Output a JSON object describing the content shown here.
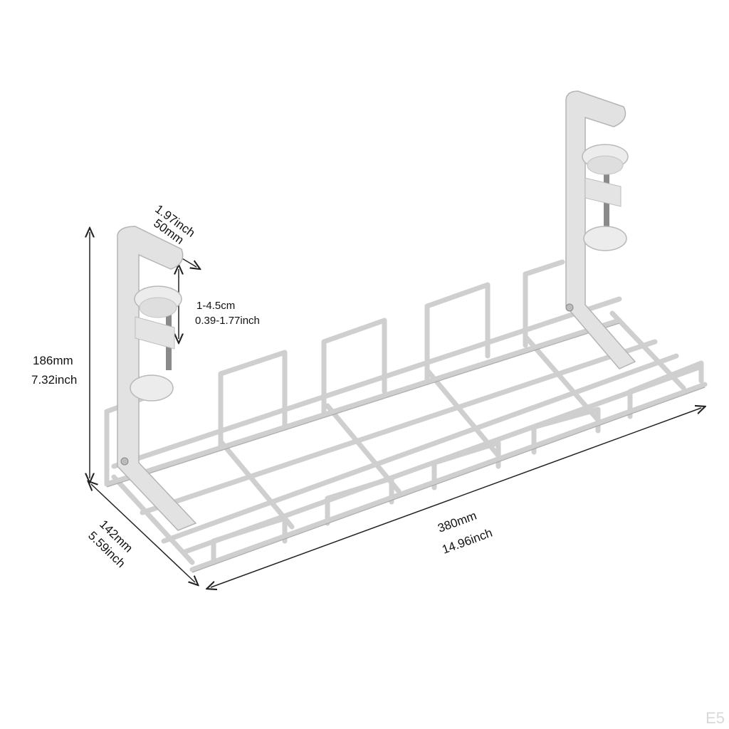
{
  "diagram": {
    "subject": "under-desk wire cable management tray with clamps",
    "colors": {
      "wire": "#cfcfcf",
      "wire_shadow": "#9a9a9a",
      "dimension_line": "#222222",
      "background": "#ffffff"
    },
    "dimensions": {
      "clamp_depth": {
        "metric": "50mm",
        "imperial": "1.97inch"
      },
      "clamp_range": {
        "metric": "1-4.5cm",
        "imperial": "0.39-1.77inch"
      },
      "height": {
        "metric": "186mm",
        "imperial": "7.32inch"
      },
      "width": {
        "metric": "142mm",
        "imperial": "5.59inch"
      },
      "length": {
        "metric": "380mm",
        "imperial": "14.96inch"
      }
    },
    "watermark": "E5"
  }
}
